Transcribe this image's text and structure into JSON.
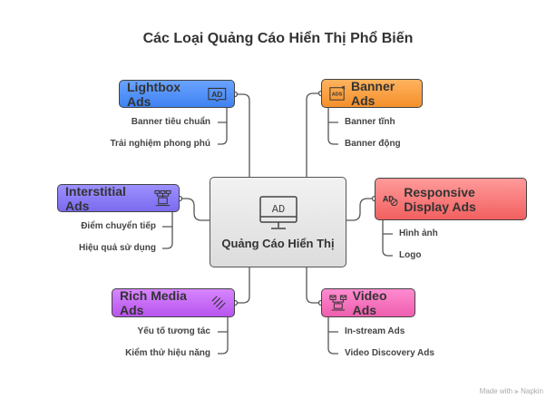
{
  "title": "Các Loại Quảng Cáo Hiển Thị Phổ Biến",
  "center": {
    "label": "Quảng Cáo Hiển Thị",
    "icon": "ad-monitor-icon"
  },
  "nodes": {
    "lightbox": {
      "label": "Lightbox Ads",
      "icon": "ad-book-icon",
      "color": "#4f8ef7",
      "children": [
        "Banner tiêu chuẩn",
        "Trải nghiệm phong phú"
      ]
    },
    "banner": {
      "label": "Banner Ads",
      "icon": "ads-banner-icon",
      "color": "#f7a040",
      "children": [
        "Banner tĩnh",
        "Banner động"
      ]
    },
    "interstitial": {
      "label": "Interstitial Ads",
      "icon": "laptop-network-icon",
      "color": "#8a7cf4",
      "children": [
        "Điểm chuyển tiếp",
        "Hiệu quả sử dụng"
      ]
    },
    "responsive": {
      "label": "Responsive Display Ads",
      "icon": "ad-blocked-icon",
      "color": "#f46a6a",
      "children": [
        "Hình ảnh",
        "Logo"
      ]
    },
    "rich": {
      "label": "Rich Media Ads",
      "icon": "paperclips-icon",
      "color": "#c263ef",
      "children": [
        "Yếu tố tương tác",
        "Kiểm thử hiệu năng"
      ]
    },
    "video": {
      "label": "Video Ads",
      "icon": "laptop-mail-icon",
      "color": "#f26fb8",
      "children": [
        "In-stream Ads",
        "Video Discovery Ads"
      ]
    }
  },
  "footer": "Made with ⫸ Napkin"
}
